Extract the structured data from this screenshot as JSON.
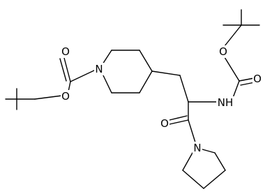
{
  "molecule": {
    "atoms": [
      {
        "id": "n_pip",
        "text": "N"
      },
      {
        "id": "o_ester1",
        "text": "O"
      },
      {
        "id": "o_carbonyl1",
        "text": "O"
      },
      {
        "id": "o_ester2",
        "text": "O"
      },
      {
        "id": "o_carbonyl2",
        "text": "O"
      },
      {
        "id": "nh",
        "text": "NH"
      },
      {
        "id": "o_amide",
        "text": "O"
      },
      {
        "id": "n_pyr",
        "text": "N"
      }
    ]
  },
  "colors": {
    "bond": "#000000",
    "label": "#000000",
    "background": "#ffffff"
  }
}
